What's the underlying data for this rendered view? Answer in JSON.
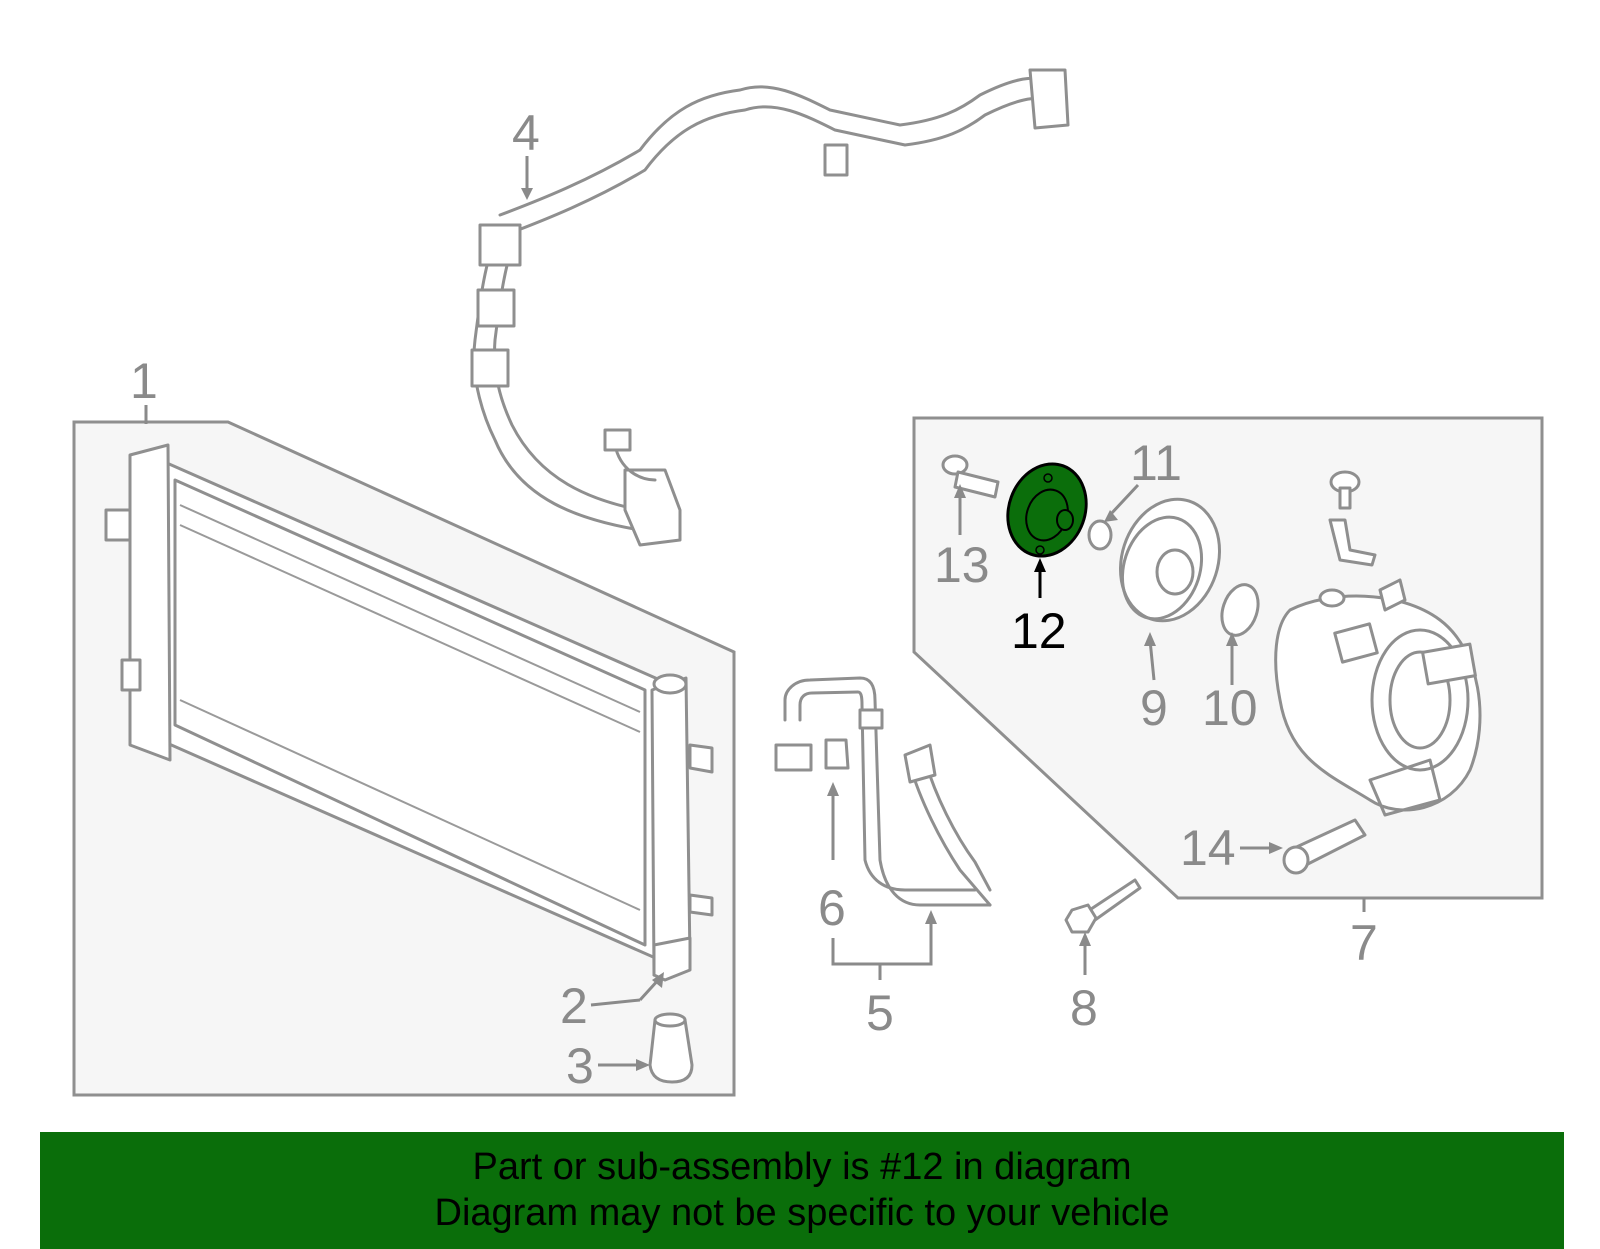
{
  "callouts": [
    "1",
    "2",
    "3",
    "4",
    "5",
    "6",
    "7",
    "8",
    "9",
    "10",
    "11",
    "12",
    "13",
    "14"
  ],
  "highlighted_part": "12",
  "colors": {
    "highlight_fill": "#0b6e0b",
    "banner_background": "#0a6e0a",
    "line_art": "#8f8f8f",
    "label_gray": "#8a8a8a"
  },
  "banner": {
    "line1": "Part or sub-assembly is #12 in diagram",
    "line2": "Diagram may not be specific to your vehicle"
  }
}
